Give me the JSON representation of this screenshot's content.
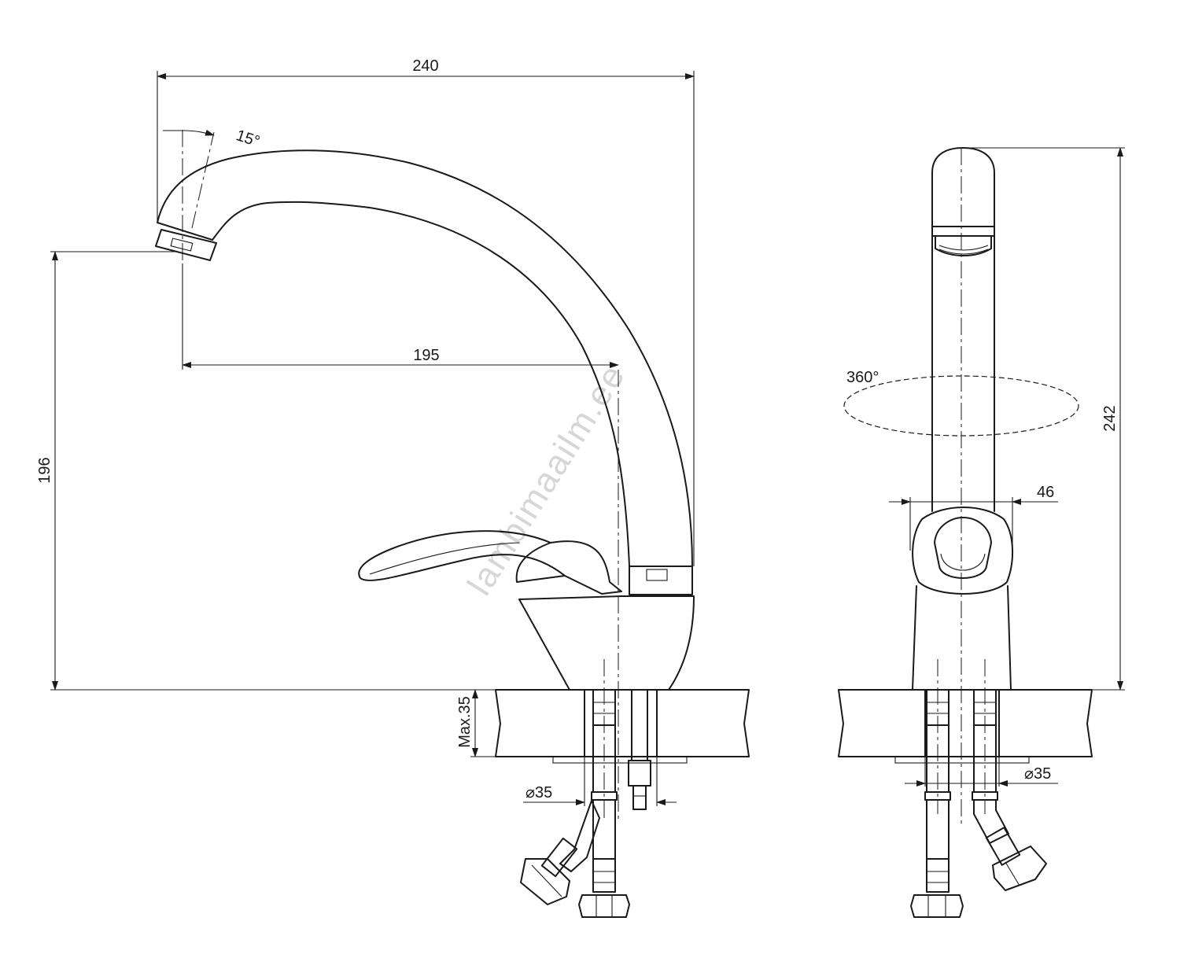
{
  "watermark": "lambimaailm.ee",
  "side_view": {
    "width_label": "240",
    "reach_label": "195",
    "height_label": "196",
    "angle_label": "15°",
    "deck_label": "Max.35",
    "hole_label": "⌀35"
  },
  "front_view": {
    "height_label": "242",
    "rotation_label": "360°",
    "body_label": "46",
    "hole_label": "⌀35"
  }
}
